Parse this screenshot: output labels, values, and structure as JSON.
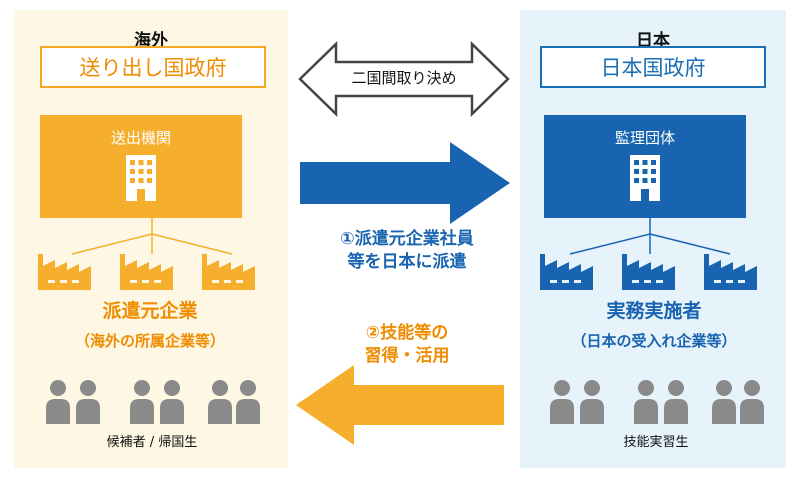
{
  "left": {
    "region": "海外",
    "government": "送り出し国政府",
    "organization": "送出機関",
    "companies_title": "派遣元企業",
    "companies_sub": "（海外の所属企業等）",
    "people": "候補者 / 帰国生"
  },
  "right": {
    "region": "日本",
    "government": "日本国政府",
    "organization": "監理団体",
    "companies_title": "実務実施者",
    "companies_sub": "（日本の受入れ企業等）",
    "people": "技能実習生"
  },
  "center": {
    "agreement": "二国間取り決め",
    "flow1_line1": "①派遣元企業社員",
    "flow1_line2": "等を日本に派遣",
    "flow2_line1": "②技能等の",
    "flow2_line2": "習得・活用"
  },
  "colors": {
    "orange": "#f6ae2d",
    "orange_text": "#f08c00",
    "blue": "#1864b0",
    "left_bg": "#fdf7e4",
    "right_bg": "#e7f3fb",
    "person": "#8a8a8a"
  }
}
